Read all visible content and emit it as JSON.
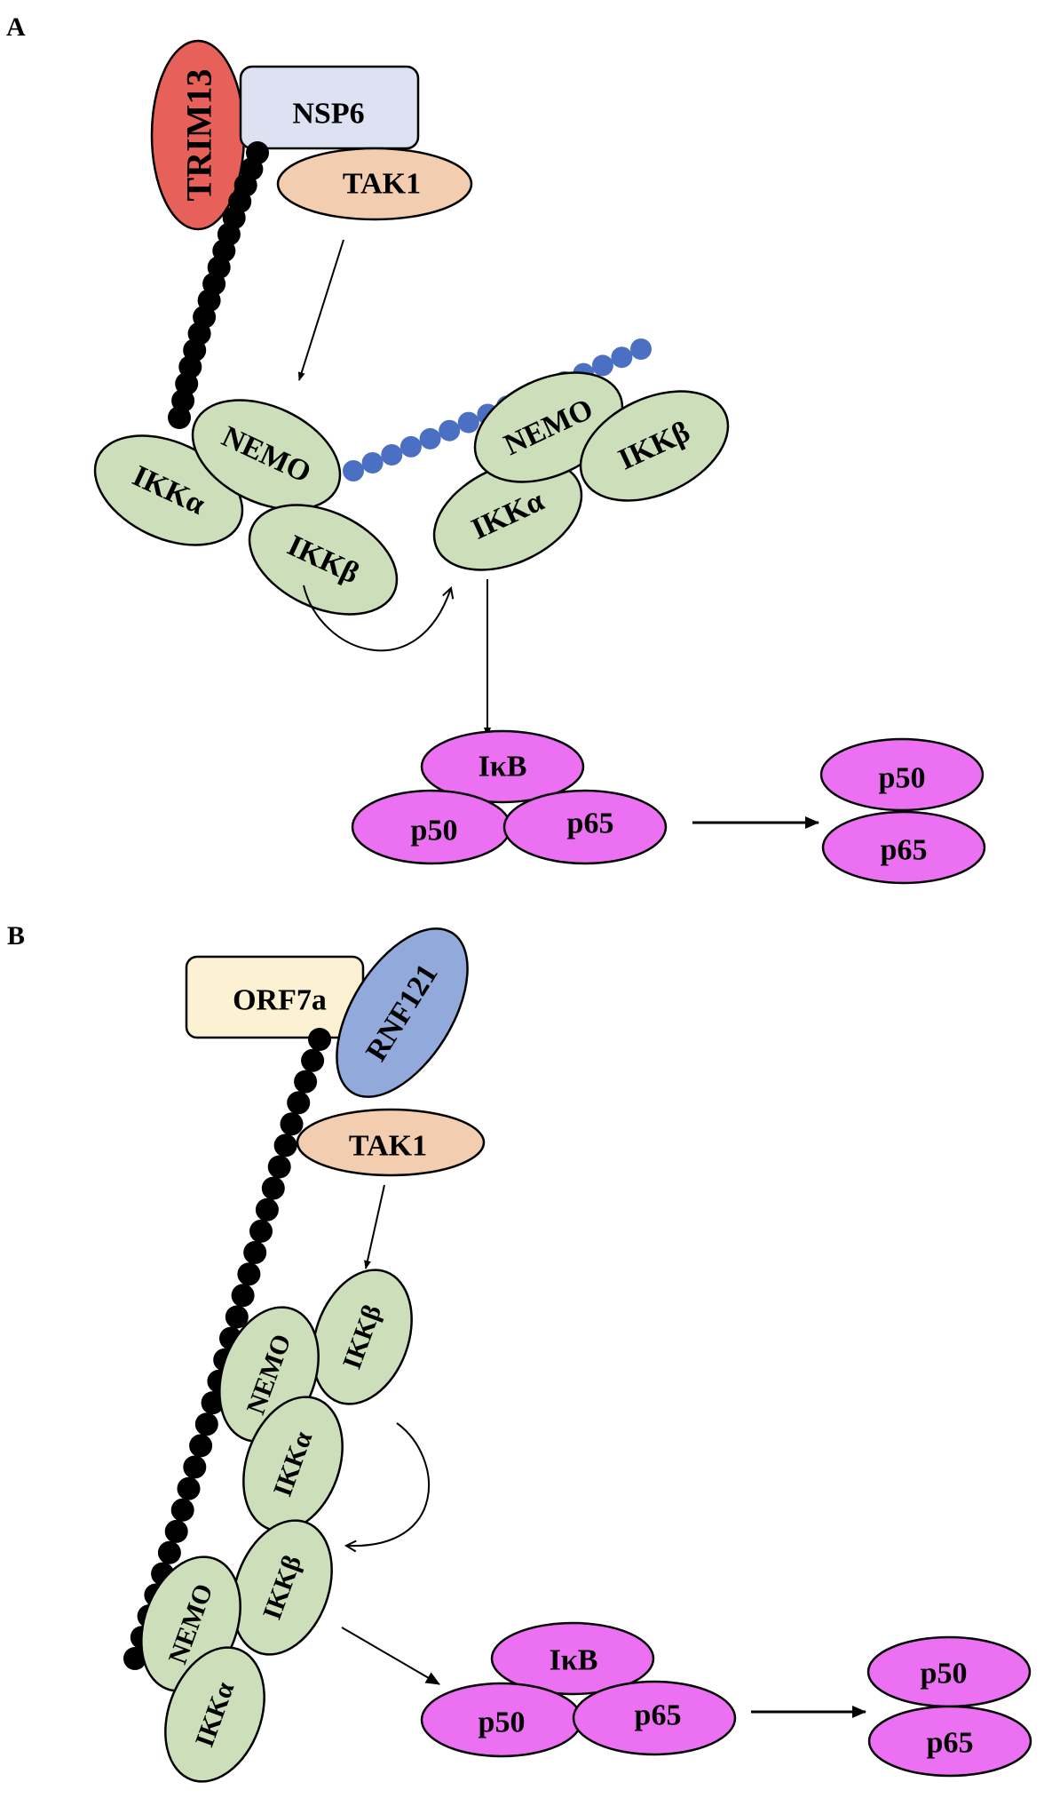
{
  "figure": {
    "panels": [
      {
        "id": "A",
        "label": "A",
        "nodes": {
          "trim13": {
            "label": "TRIM13",
            "shape": "ellipse",
            "color": "#E8605A"
          },
          "nsp6": {
            "label": "NSP6",
            "shape": "rounded-rect",
            "color": "#DCE2F2"
          },
          "tak1": {
            "label": "TAK1",
            "shape": "ellipse",
            "color": "#F2CDB0"
          },
          "complex1": {
            "nemo": {
              "label": "NEMO",
              "color": "#CCDFBA"
            },
            "ikka": {
              "label": "IKKα",
              "color": "#CCDFBA"
            },
            "ikkb": {
              "label": "IKKβ",
              "color": "#CCDFBA"
            }
          },
          "complex2": {
            "nemo": {
              "label": "NEMO",
              "color": "#CCDFBA"
            },
            "ikka": {
              "label": "IKKα",
              "color": "#CCDFBA"
            },
            "ikkb": {
              "label": "IKKβ",
              "color": "#CCDFBA"
            }
          },
          "nfkb_inactive": {
            "ikb": {
              "label": "IκB",
              "color": "#EC70F2"
            },
            "p50": {
              "label": "p50",
              "color": "#EC70F2"
            },
            "p65": {
              "label": "p65",
              "color": "#EC70F2"
            }
          },
          "nfkb_active": {
            "p50": {
              "label": "p50",
              "color": "#EC70F2"
            },
            "p65": {
              "label": "p65",
              "color": "#EC70F2"
            }
          }
        },
        "ubiquitin_chains": [
          {
            "name": "black-polyubiquitin-chain",
            "color": "#000000",
            "beads": 17
          },
          {
            "name": "blue-polyubiquitin-chain",
            "color": "#4B6FC3",
            "beads": 16
          }
        ]
      },
      {
        "id": "B",
        "label": "B",
        "nodes": {
          "orf7a": {
            "label": "ORF7a",
            "shape": "rounded-rect",
            "color": "#FDF1D3"
          },
          "rnf121": {
            "label": "RNF121",
            "shape": "ellipse",
            "color": "#91A9DB"
          },
          "tak1": {
            "label": "TAK1",
            "shape": "ellipse",
            "color": "#F2CDB0"
          },
          "complex1": {
            "nemo": {
              "label": "NEMO",
              "color": "#CCDFBA"
            },
            "ikka": {
              "label": "IKKα",
              "color": "#CCDFBA"
            },
            "ikkb": {
              "label": "IKKβ",
              "color": "#CCDFBA"
            }
          },
          "complex2": {
            "nemo": {
              "label": "NEMO",
              "color": "#CCDFBA"
            },
            "ikka": {
              "label": "IKKα",
              "color": "#CCDFBA"
            },
            "ikkb": {
              "label": "IKKβ",
              "color": "#CCDFBA"
            }
          },
          "nfkb_inactive": {
            "ikb": {
              "label": "IκB",
              "color": "#EC70F2"
            },
            "p50": {
              "label": "p50",
              "color": "#EC70F2"
            },
            "p65": {
              "label": "p65",
              "color": "#EC70F2"
            }
          },
          "nfkb_active": {
            "p50": {
              "label": "p50",
              "color": "#EC70F2"
            },
            "p65": {
              "label": "p65",
              "color": "#EC70F2"
            }
          }
        },
        "ubiquitin_chains": [
          {
            "name": "black-polyubiquitin-chain",
            "color": "#000000",
            "beads": 30
          }
        ]
      }
    ]
  }
}
